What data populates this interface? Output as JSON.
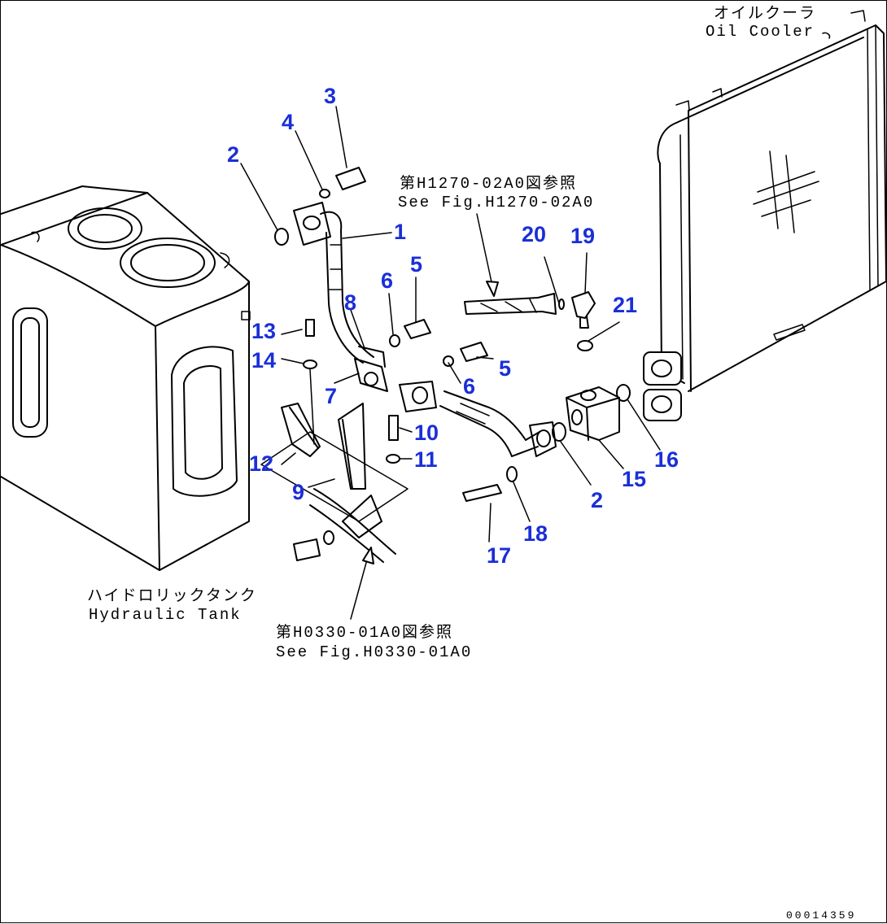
{
  "labels": {
    "oil_cooler_jp": "オイルクーラ",
    "oil_cooler_en": "Oil Cooler",
    "tank_jp": "ハイドロリックタンク",
    "tank_en": "Hydraulic Tank",
    "ref1_jp": "第H1270-02A0図参照",
    "ref1_en": "See Fig.H1270-02A0",
    "ref2_jp": "第H0330-01A0図参照",
    "ref2_en": "See Fig.H0330-01A0",
    "doc_id": "00014359"
  },
  "part_numbers": [
    "1",
    "2",
    "2",
    "3",
    "4",
    "5",
    "5",
    "6",
    "6",
    "7",
    "8",
    "9",
    "10",
    "11",
    "12",
    "13",
    "14",
    "15",
    "16",
    "17",
    "18",
    "19",
    "20",
    "21"
  ],
  "colors": {
    "callout": "#1a2fd8",
    "line": "#000000",
    "background": "#ffffff"
  }
}
